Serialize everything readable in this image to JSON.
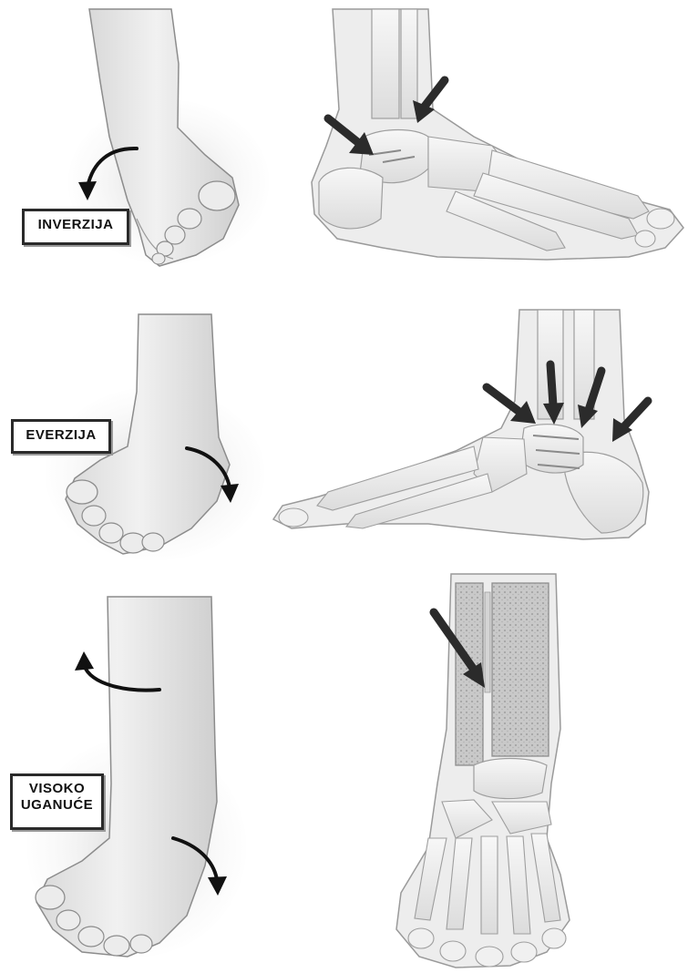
{
  "panels": [
    {
      "id": "inversion",
      "label_lines": [
        "INVERZIJA"
      ]
    },
    {
      "id": "eversion",
      "label_lines": [
        "EVERZIJA"
      ]
    },
    {
      "id": "high-sprain",
      "label_lines": [
        "VISOKO",
        "UGANUĆE"
      ]
    }
  ],
  "colors": {
    "skin": "#e6e6e6",
    "skin_shadow": "#bdbdbd",
    "outline": "#8c8c8c",
    "bone": "#f2f2f2",
    "bone_outline": "#9e9e9e",
    "arrow": "#2b2b2b",
    "label_border": "#2a2a2a"
  },
  "icons": [
    "curved-rotation-arrow",
    "pointer-arrow"
  ]
}
